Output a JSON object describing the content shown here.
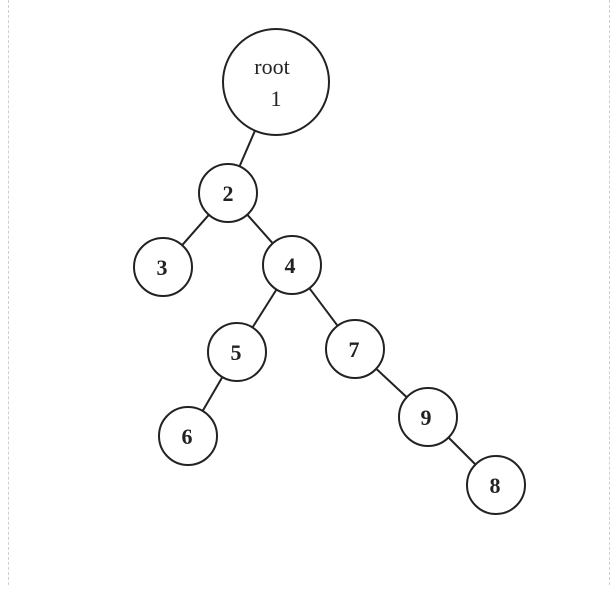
{
  "tree": {
    "root": {
      "id": "1",
      "word": "root",
      "number": "1"
    },
    "nodes": [
      {
        "id": "2",
        "label": "2"
      },
      {
        "id": "3",
        "label": "3"
      },
      {
        "id": "4",
        "label": "4"
      },
      {
        "id": "5",
        "label": "5"
      },
      {
        "id": "6",
        "label": "6"
      },
      {
        "id": "7",
        "label": "7"
      },
      {
        "id": "9",
        "label": "9"
      },
      {
        "id": "8",
        "label": "8"
      }
    ],
    "edges": [
      {
        "from": "1",
        "to": "2"
      },
      {
        "from": "2",
        "to": "3"
      },
      {
        "from": "2",
        "to": "4"
      },
      {
        "from": "4",
        "to": "5"
      },
      {
        "from": "4",
        "to": "7"
      },
      {
        "from": "5",
        "to": "6"
      },
      {
        "from": "7",
        "to": "9"
      },
      {
        "from": "9",
        "to": "8"
      }
    ]
  }
}
